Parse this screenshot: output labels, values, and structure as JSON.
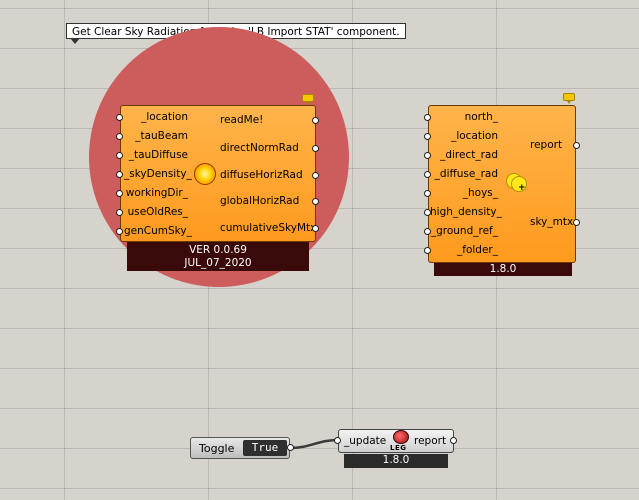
{
  "tooltip": "Get Clear Sky Radiation from the 'LB Import STAT' component.",
  "comp1": {
    "inputs": [
      "_location",
      "_tauBeam",
      "_tauDiffuse",
      "_skyDensity_",
      "workingDir_",
      "useOldRes_",
      "genCumSky_"
    ],
    "outputs": [
      "readMe!",
      "directNormRad",
      "diffuseHorizRad",
      "globalHorizRad",
      "cumulativeSkyMtx"
    ],
    "footer_line1": "VER 0.0.69",
    "footer_line2": "JUL_07_2020"
  },
  "comp2": {
    "inputs": [
      "north_",
      "_location",
      "_direct_rad",
      "_diffuse_rad",
      "_hoys_",
      "high_density_",
      "_ground_ref_",
      "_folder_"
    ],
    "outputs": [
      "report",
      "sky_mtx"
    ],
    "footer": "1.8.0"
  },
  "toggle": {
    "label": "Toggle",
    "value": "True"
  },
  "comp3": {
    "input": "_update",
    "output": "report",
    "icon_text": "LEG",
    "footer": "1.8.0"
  },
  "colors": {
    "canvas": "#d6d3cd",
    "halo": "#cd5c5c",
    "component": "#ff9a1e",
    "footer_dark_red": "#3a0a0a"
  }
}
